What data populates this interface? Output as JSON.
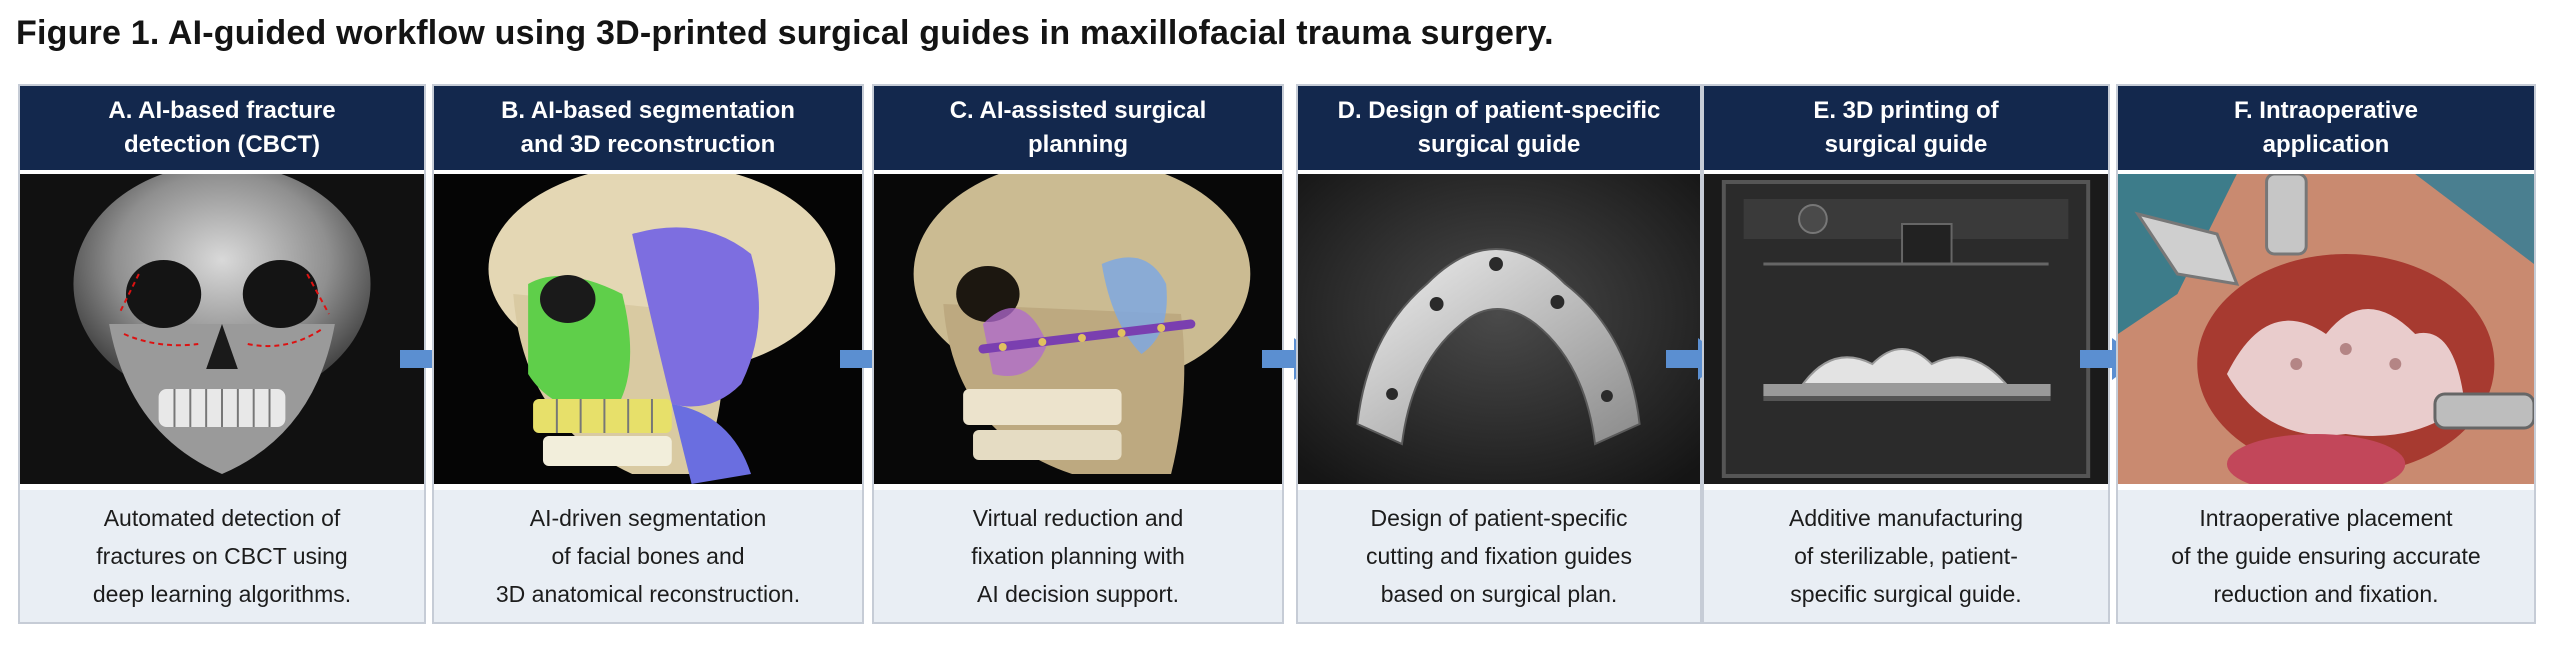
{
  "figure": {
    "title": "Figure 1. AI-guided workflow using 3D-printed surgical guides in maxillofacial trauma surgery."
  },
  "colors": {
    "header_bg": "#13284d",
    "caption_bg": "#e9eef4",
    "arrow": "#5b8fd1"
  },
  "panels": [
    {
      "header": "A. AI-based fracture\ndetection (CBCT)",
      "image": "skull-cbct-fracture-lines",
      "caption": "Automated detection of\nfractures on CBCT using\ndeep learning algorithms."
    },
    {
      "header": "B. AI-based segmentation\nand 3D reconstruction",
      "image": "segmented-skull-3d",
      "caption": "AI-driven segmentation\nof facial bones and\n3D anatomical reconstruction."
    },
    {
      "header": "C. AI-assisted surgical\nplanning",
      "image": "skull-virtual-fixation-plan",
      "caption": "Virtual reduction and\nfixation planning with\nAI decision support."
    },
    {
      "header": "D. Design of patient-specific\nsurgical guide",
      "image": "surgical-guide-model",
      "caption": "Design of patient-specific\ncutting and fixation guides\nbased on surgical plan."
    },
    {
      "header": "E. 3D printing of\nsurgical guide",
      "image": "3d-printer-printing-guide",
      "caption": "Additive manufacturing\nof sterilizable, patient-\nspecific surgical guide."
    },
    {
      "header": "F. Intraoperative\napplication",
      "image": "intraoperative-guide-placement",
      "caption": "Intraoperative placement\nof the guide ensuring accurate\nreduction and fixation."
    }
  ]
}
